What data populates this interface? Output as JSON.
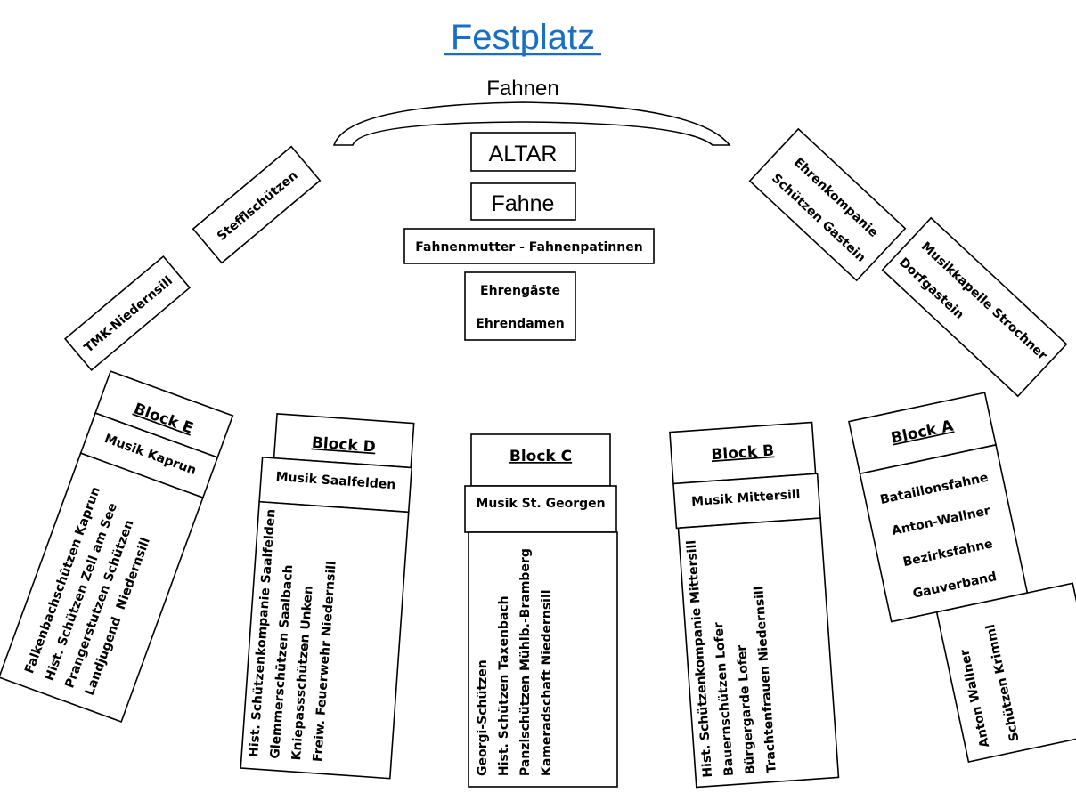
{
  "title": "Festplatz",
  "colors": {
    "title": "#1a6fc4"
  },
  "center": {
    "fahnen_label": "Fahnen",
    "altar": "ALTAR",
    "fahne": "Fahne",
    "fahnenmutter": "Fahnenmutter - Fahnenpatinnen",
    "ehren": [
      "Ehrengäste",
      "Ehrendamen"
    ]
  },
  "side_groups": {
    "tmk": "TMK-Niedernsill",
    "steffl": "Stefflschützen",
    "ehrenkompanie": [
      "Ehrenkompanie",
      "Schützen Gastein"
    ],
    "musikkapelle": [
      "Musikkapelle Strochner",
      "Dorfgastein"
    ]
  },
  "blocks": {
    "E": {
      "label": "Block E",
      "music": "Musik Kaprun",
      "groups": [
        "Falkenbachschützen Kaprun",
        "Hist. Schützen Zell am See",
        "Prangerstutzen Schützen",
        "Landjugend  Niedernsill"
      ]
    },
    "D": {
      "label": "Block D",
      "music": "Musik Saalfelden",
      "groups": [
        "Hist. Schützenkompanie Saalfelden",
        "Glemmerschützen Saalbach",
        "Kniepassschützen Unken",
        "Freiw. Feuerwehr Niedernsill"
      ]
    },
    "C": {
      "label": "Block C",
      "music": "Musik St. Georgen",
      "groups": [
        "Georgi-Schützen",
        "Hist. Schützen Taxenbach",
        "Panzlschützen Mühlb.-Bramberg",
        "Kameradschaft Niedernsill"
      ]
    },
    "B": {
      "label": "Block B",
      "music": "Musik Mittersill",
      "groups": [
        "Hist. Schützenkompanie Mittersill",
        "Bauernschützen Lofer",
        "Bürgergarde Lofer",
        "Trachtenfrauen Niedernsill"
      ]
    },
    "A": {
      "label": "Block A",
      "flags": [
        "Bataillonsfahne",
        "Anton-Wallner",
        "Bezirksfahne",
        "Gauverband"
      ],
      "groups": [
        "Anton Wallner",
        "Schützen Krimml"
      ]
    }
  }
}
